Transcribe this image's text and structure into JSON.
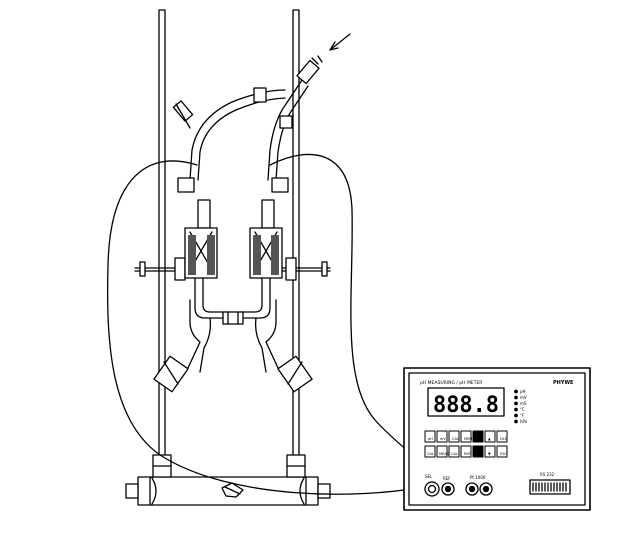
{
  "meter": {
    "title": "pH MEASURING / pH METER",
    "brand": "PHYWE",
    "display": "888.8",
    "indicators": [
      "pH",
      "mV",
      "mS",
      "°C",
      "°F",
      "hPa"
    ],
    "keys_row1": [
      "pH",
      "mV",
      "CAL",
      "MEM",
      "",
      "▲",
      "HLD"
    ],
    "keys_row2": [
      "CAL",
      "MEAS",
      "CAL",
      "ENT",
      "",
      "▼",
      "ESC"
    ],
    "connector_labels": {
      "sel": "SEL",
      "ref": "REF",
      "pt1000": "Pt 1000",
      "rs232": "RS 232"
    }
  },
  "colors": {
    "ink": "#000000",
    "paper": "#ffffff",
    "grey": "#cfcfcf"
  }
}
